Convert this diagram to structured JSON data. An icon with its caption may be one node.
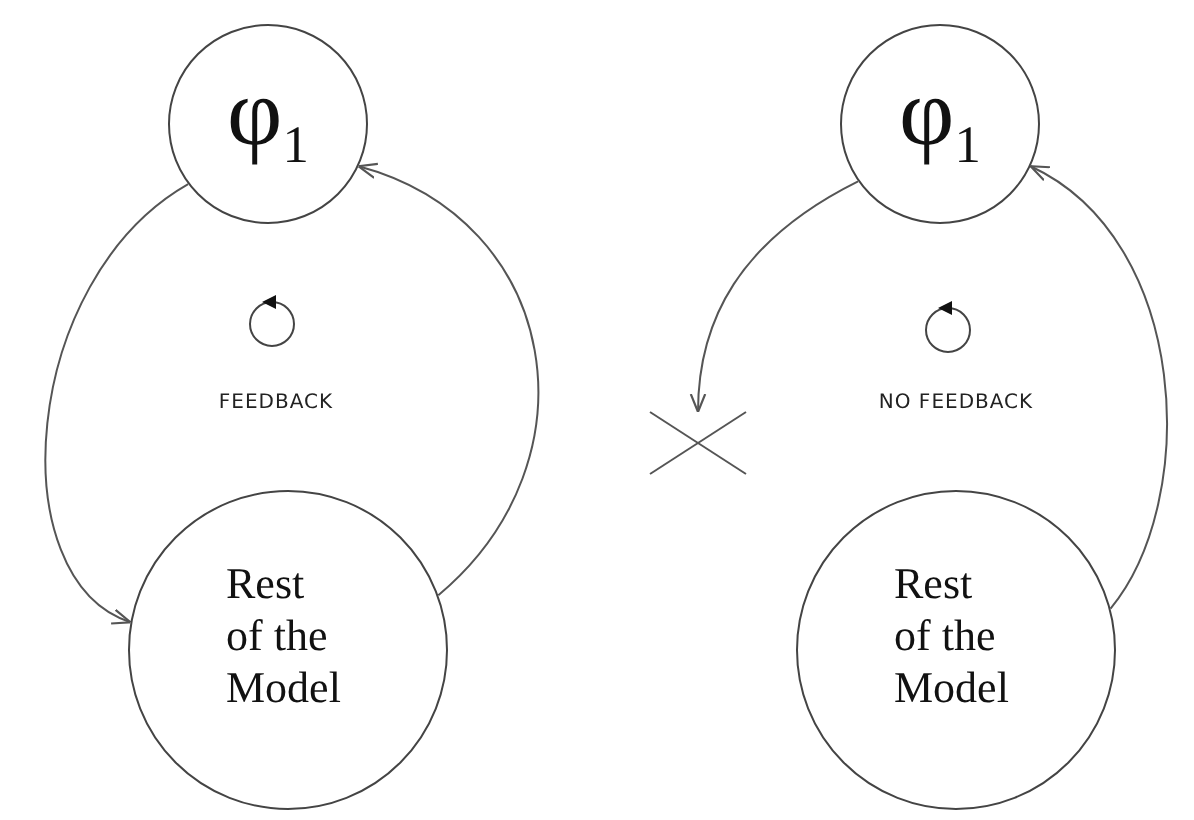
{
  "diagram": {
    "nodes": [
      {
        "text": [
          "φ$_{1}$"
        ]
      },
      {
        "text": [
          "Rest of the Model"
        ]
      },
      {
        "text": [
          "φ$_{1}$"
        ]
      },
      {
        "text": [
          "Rest of the Model"
        ]
      },
      {
        "text": [],
        "shape": "cross"
      }
    ],
    "edges": [
      {
        "from": 0,
        "to": 1,
        "arrow": "to"
      },
      {
        "from": 1,
        "to": 0,
        "arrow": "to"
      },
      {
        "from": 2,
        "to": 4,
        "arrow": "to"
      },
      {
        "from": 3,
        "to": 2,
        "arrow": "to"
      }
    ],
    "labels": [
      "FEEDBACK",
      "NO FEEDBACK"
    ]
  }
}
